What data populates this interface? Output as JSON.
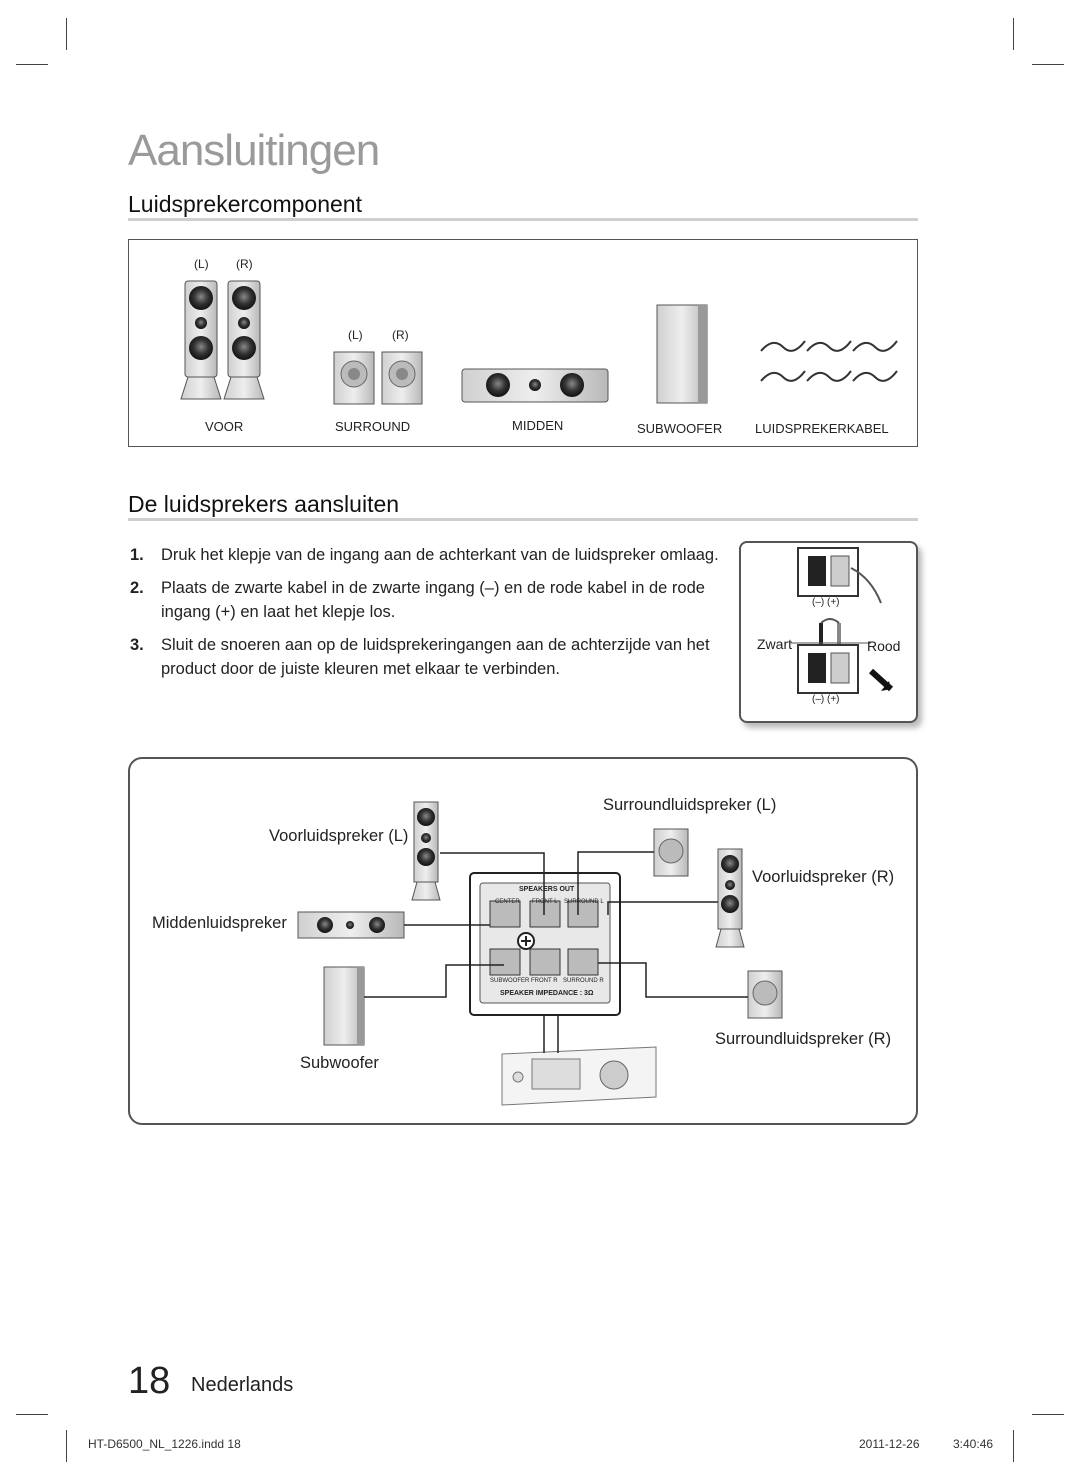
{
  "page": {
    "section_title": "Aansluitingen",
    "page_number": "18",
    "language": "Nederlands"
  },
  "component_section": {
    "heading": "Luidsprekercomponent",
    "front_lr": [
      "(L)",
      "(R)"
    ],
    "surround_lr": [
      "(L)",
      "(R)"
    ],
    "labels": {
      "front": "VOOR",
      "surround": "SURROUND",
      "center": "MIDDEN",
      "subwoofer": "SUBWOOFER",
      "cable": "LUIDSPREKERKABEL"
    }
  },
  "connect_section": {
    "heading": "De luidsprekers aansluiten",
    "steps": [
      {
        "num": "1.",
        "text": "Druk het klepje van de ingang aan de achterkant van de luidspreker omlaag."
      },
      {
        "num": "2.",
        "text": "Plaats de zwarte kabel in de zwarte ingang (–) en de rode kabel in de rode ingang (+) en laat het klepje los."
      },
      {
        "num": "3.",
        "text": "Sluit de snoeren aan op de luidsprekeringangen aan de achterzijde van het product door de juiste kleuren met elkaar te verbinden."
      }
    ],
    "inset": {
      "polarity_top": "(–)  (+)",
      "polarity_bottom": "(–)  (+)",
      "black_label": "Zwart",
      "red_label": "Rood"
    }
  },
  "diagram": {
    "front_left": "Voorluidspreker (L)",
    "front_right": "Voorluidspreker (R)",
    "surround_left": "Surroundluidspreker (L)",
    "surround_right": "Surroundluidspreker (R)",
    "center": "Middenluidspreker",
    "subwoofer": "Subwoofer",
    "panel": {
      "title": "SPEAKERS OUT",
      "center": "CENTER",
      "front_l": "FRONT  L",
      "surround_l": "SURROUND  L",
      "subwoofer": "SUBWOOFER",
      "front_r": "FRONT  R",
      "surround_r": "SURROUND  R",
      "impedance": "SPEAKER IMPEDANCE : 3Ω"
    }
  },
  "footer": {
    "file": "HT-D6500_NL_1226.indd   18",
    "date": "2011-12-26",
    "time": "3:40:46"
  }
}
